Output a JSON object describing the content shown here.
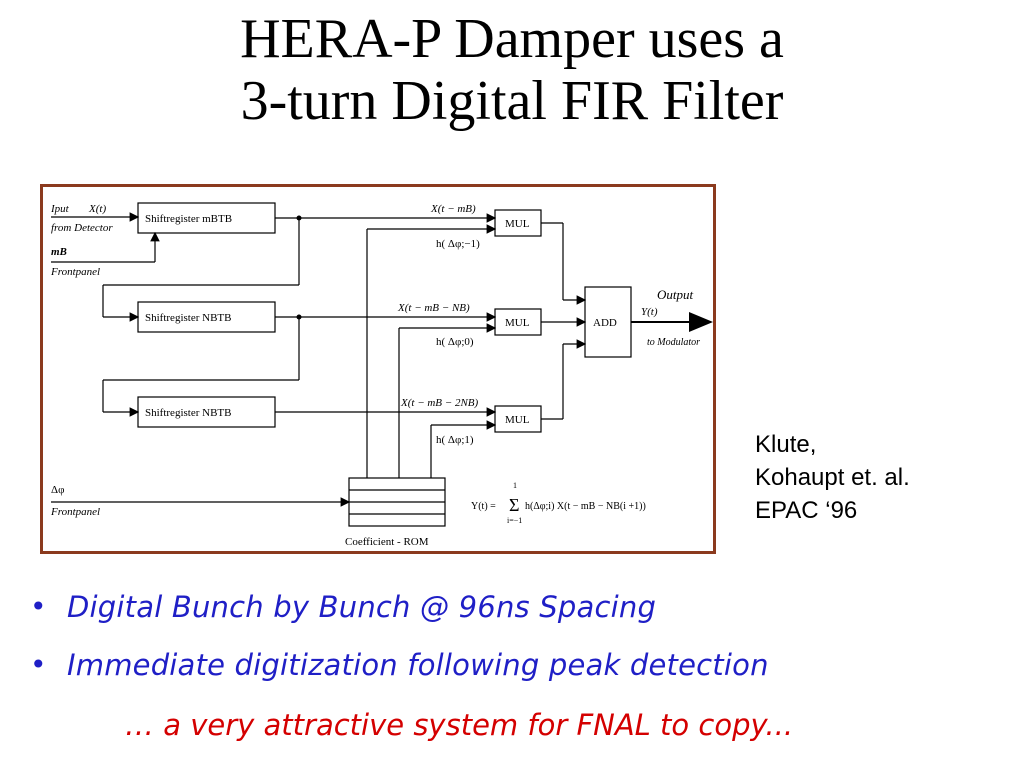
{
  "slide": {
    "title_line1": "HERA-P Damper uses a",
    "title_line2": "3-turn Digital FIR Filter"
  },
  "diagram": {
    "input_label": "Iput",
    "input_signal": "X(t)",
    "input_source": "from Detector",
    "mb_label": "mB",
    "frontpanel_1": "Frontpanel",
    "shiftregister_1": "Shiftregister  mBTB",
    "shiftregister_2": "Shiftregister  NBTB",
    "shiftregister_3": "Shiftregister  NBTB",
    "mul_1": "MUL",
    "mul_2": "MUL",
    "mul_3": "MUL",
    "add": "ADD",
    "signal_1": "X(t − mB)",
    "signal_2": "X(t − mB − NB)",
    "signal_3": "X(t − mB − 2NB)",
    "coef_1": "h( Δφ;−1)",
    "coef_2": "h( Δφ;0)",
    "coef_3": "h( Δφ;1)",
    "output_label": "Output",
    "output_signal": "Y(t)",
    "output_dest": "to Modulator",
    "dphi_label": "Δφ",
    "frontpanel_2": "Frontpanel",
    "rom_label": "Coefficient - ROM",
    "formula_lhs": "Y(t) =",
    "formula_sum_top": "1",
    "formula_sum_bottom": "i=−1",
    "formula_body": "h(Δφ;i) X(t − mB − NB(i +1))"
  },
  "reference": {
    "line1": "Klute,",
    "line2": "Kohaupt et. al.",
    "line3": "EPAC ‘96"
  },
  "bullets": [
    "Digital Bunch by Bunch @ 96ns Spacing",
    "Immediate digitization following peak detection"
  ],
  "tagline": "… a very attractive system for FNAL to copy...",
  "colors": {
    "bullet_text": "#1f1fc6",
    "tagline": "#d40000",
    "frame_border": "#8b3a1e"
  }
}
